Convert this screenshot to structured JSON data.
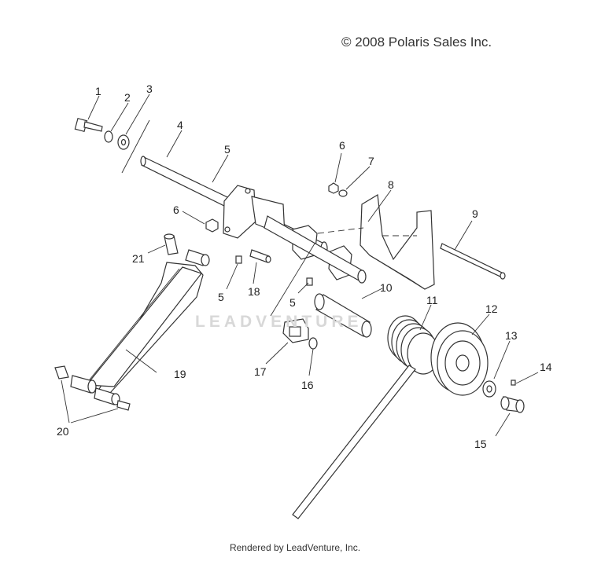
{
  "copyright": "© 2008 Polaris Sales Inc.",
  "rendered_by": "Rendered by LeadVenture, Inc.",
  "watermark": "LEADVENTURE",
  "callouts": [
    "1",
    "2",
    "3",
    "4",
    "5",
    "5",
    "5",
    "6",
    "6",
    "7",
    "8",
    "9",
    "10",
    "11",
    "12",
    "13",
    "14",
    "15",
    "16",
    "17",
    "18",
    "19",
    "20",
    "21"
  ]
}
